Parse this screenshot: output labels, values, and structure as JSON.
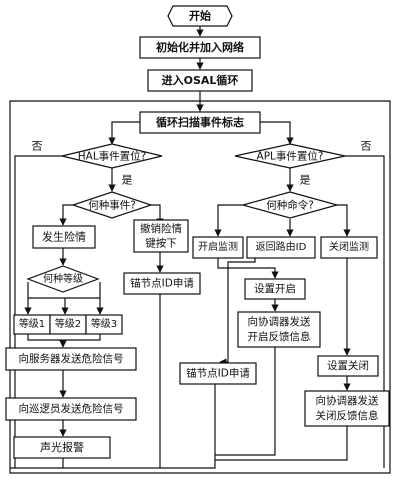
{
  "nodes": {
    "start": "开始",
    "init": "初始化并加入网络",
    "osal": "进入OSAL循环",
    "scan": "循环扫描事件标志",
    "hal_q": "HAL事件置位?",
    "apl_q": "APL事件置位?",
    "which_event": "何种事件?",
    "which_cmd": "何种命令?",
    "danger": "发生险情",
    "cancel_line1": "撤销险情",
    "cancel_line2": "键按下",
    "anchor1": "锚节点ID申请",
    "which_level": "何种等级",
    "level1": "等级1",
    "level2": "等级2",
    "level3": "等级3",
    "to_server": "向服务器发送危险信号",
    "to_patrol": "向巡逻员发送危险信号",
    "alarm": "声光报警",
    "open_monitor": "开启监测",
    "return_route": "返回路由ID",
    "close_monitor": "关闭监测",
    "set_open": "设置开启",
    "coord_open_line1": "向协调器发送",
    "coord_open_line2": "开启反馈信息",
    "anchor2": "锚节点ID申请",
    "set_close": "设置关闭",
    "coord_close_line1": "向协调器发送",
    "coord_close_line2": "关闭反馈信息"
  },
  "labels": {
    "no_left": "否",
    "no_right": "否",
    "yes_hal": "是",
    "yes_apl": "是"
  }
}
